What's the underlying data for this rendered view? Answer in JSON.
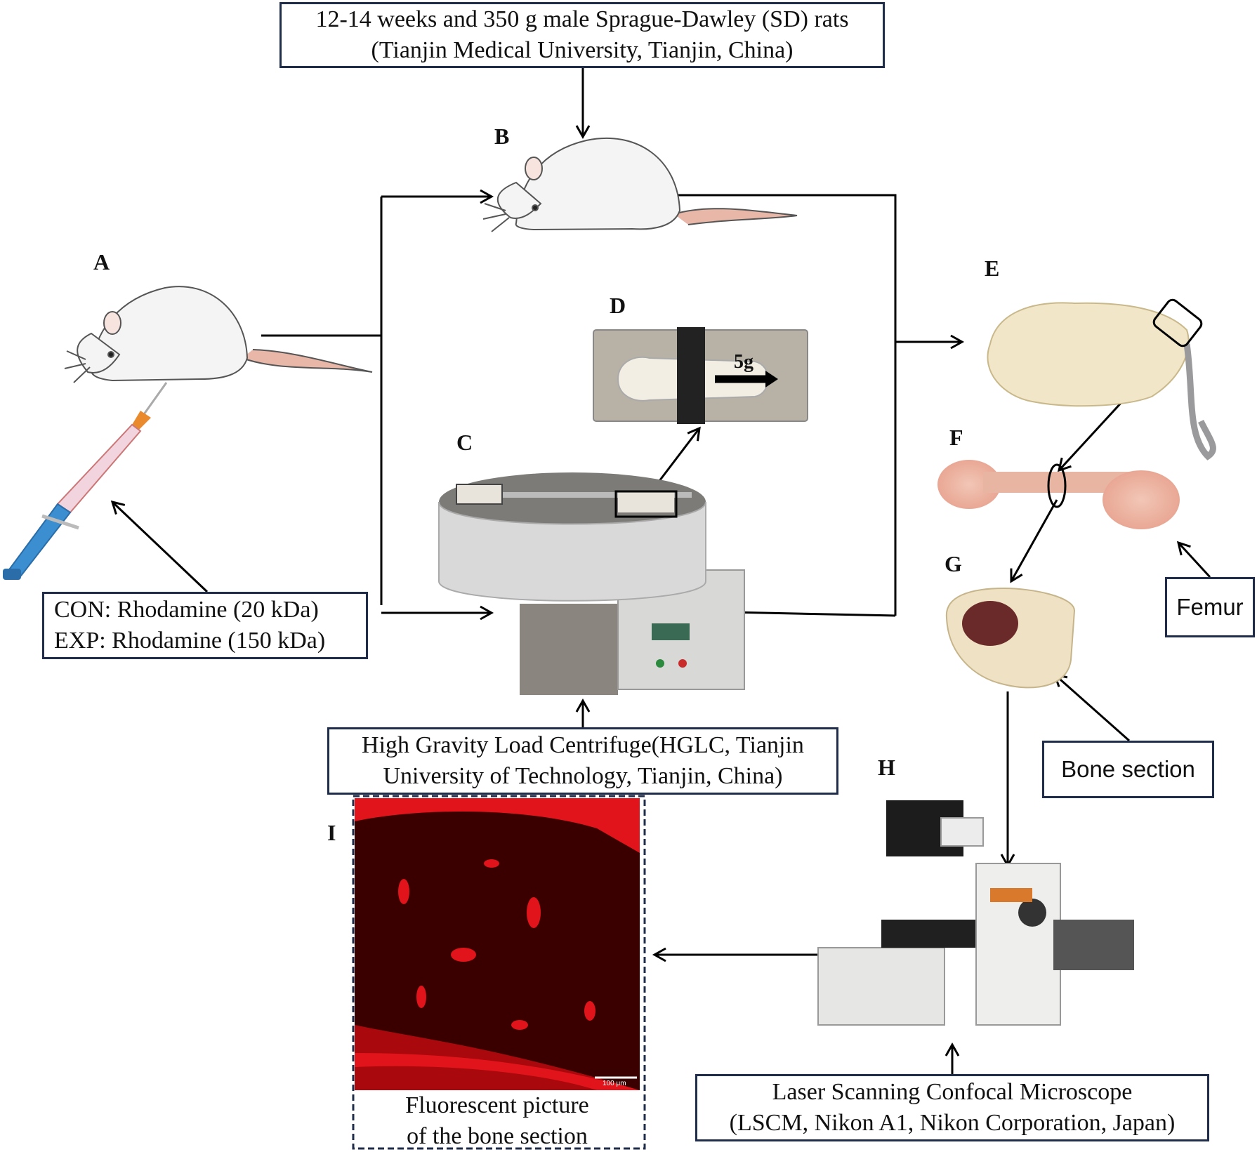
{
  "letters": {
    "a": "A",
    "b": "B",
    "c": "C",
    "d": "D",
    "e": "E",
    "f": "F",
    "g": "G",
    "h": "H",
    "i": "I"
  },
  "top_box": {
    "line1": "12-14 weeks and 350 g male Sprague-Dawley (SD) rats",
    "line2": "(Tianjin Medical University, Tianjin, China)"
  },
  "injection_box": {
    "line1": "CON: Rhodamine (20 kDa)",
    "line2": "EXP:  Rhodamine (150 kDa)"
  },
  "centrifuge_box": {
    "line1": "High Gravity Load Centrifuge(HGLC, Tianjin",
    "line2": "University of Technology, Tianjin, China)"
  },
  "weight_label": "5g",
  "femur_label": "Femur",
  "bone_section_label": "Bone section",
  "microscope_box": {
    "line1": "Laser Scanning Confocal Microscope",
    "line2": "(LSCM, Nikon A1, Nikon Corporation, Japan)"
  },
  "fluor": {
    "scale_label": "100 μm",
    "caption_line1": "Fluorescent picture",
    "caption_line2": "of the bone section"
  },
  "colors": {
    "box_border": "#1f2d4a",
    "fluor_red": "#e0141a",
    "rat_body": "#f4f4f4",
    "tail": "#e8b7a8"
  }
}
